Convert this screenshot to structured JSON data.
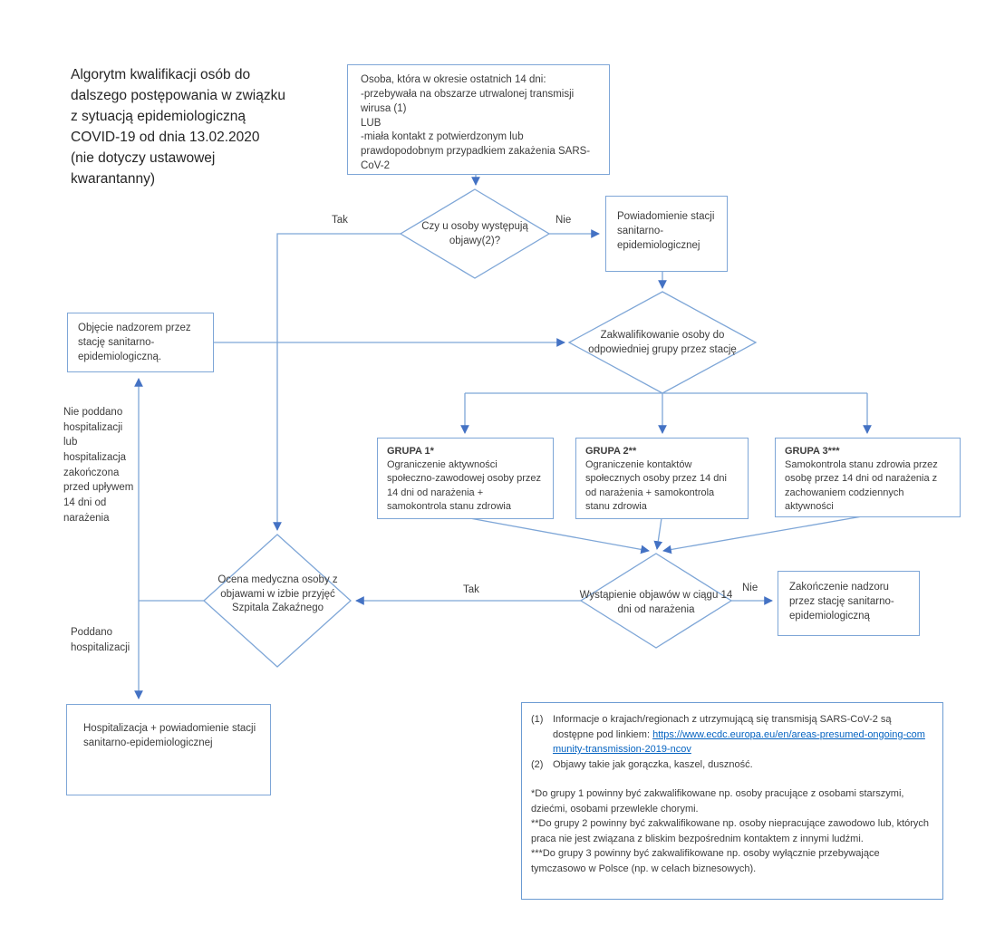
{
  "diagram": {
    "title": "Algorytm kwalifikacji osób do dalszego postępowania w związku z sytuacją epidemiologiczną COVID-19 od dnia 13.02.2020 (nie dotyczy ustawowej kwarantanny)",
    "colors": {
      "line": "#7ea6d7",
      "arrowhead": "#4472c4",
      "link": "#0563c1",
      "text": "#3c3c3c"
    },
    "nodes": {
      "start": {
        "line1": "Osoba, która w okresie ostatnich 14 dni:",
        "line2": "-przebywała na obszarze utrwalonej transmisji wirusa (1)",
        "line3": "LUB",
        "line4": "-miała kontakt z potwierdzonym lub prawdopodobnym przypadkiem zakażenia SARS-CoV-2"
      },
      "decision_symptoms": {
        "text": "Czy u osoby występują objawy(2)?"
      },
      "notify_station": {
        "text": "Powiadomienie stacji sanitarno-epidemiologicznej"
      },
      "qualify_group": {
        "text": "Zakwalifikowanie osoby do odpowiedniej grupy przez stację"
      },
      "supervision": {
        "text": "Objęcie nadzorem przez stację sanitarno-epidemiologiczną."
      },
      "group1": {
        "title": "GRUPA 1*",
        "body": "Ograniczenie aktywności społeczno-zawodowej osoby przez 14 dni od narażenia + samokontrola stanu zdrowia"
      },
      "group2": {
        "title": "GRUPA 2**",
        "body": "Ograniczenie kontaktów społecznych osoby przez 14 dni od narażenia + samokontrola stanu zdrowia"
      },
      "group3": {
        "title": "GRUPA 3***",
        "body": "Samokontrola stanu zdrowia przez osobę przez 14 dni od narażenia z zachowaniem codziennych aktywności"
      },
      "decision_symptoms_14": {
        "text": "Wystąpienie objawów w ciągu 14 dni od narażenia"
      },
      "end_supervision": {
        "text": "Zakończenie nadzoru przez stację sanitarno-epidemiologiczną"
      },
      "medical_assessment": {
        "text": "Ocena medyczna osoby z objawami w izbie przyjęć Szpitala Zakaźnego"
      },
      "hospitalization": {
        "text": "Hospitalizacja + powiadomienie stacji sanitarno-epidemiologicznej"
      }
    },
    "edge_labels": {
      "tak_top": "Tak",
      "nie_top": "Nie",
      "tak_bottom": "Tak",
      "nie_bottom": "Nie",
      "not_hospitalized": "Nie poddano hospitalizacji lub hospitalizacja zakończona przed upływem 14 dni od narażenia",
      "hospitalized": "Poddano hospitalizacji"
    },
    "footnotes": {
      "note1": {
        "label": "(1)",
        "text": "Informacje o krajach/regionach z utrzymującą się transmisją SARS-CoV-2 są dostępne pod linkiem: ",
        "link": "https://www.ecdc.europa.eu/en/areas-presumed-ongoing-community-transmission-2019-ncov"
      },
      "note2": {
        "label": "(2)",
        "text": "Objawy takie jak gorączka, kaszel, duszność."
      },
      "group1_note": "*Do grupy 1 powinny być zakwalifikowane np. osoby pracujące z osobami starszymi, dziećmi, osobami przewlekle chorymi.",
      "group2_note": "**Do grupy 2 powinny być zakwalifikowane np. osoby niepracujące zawodowo lub, których praca nie jest związana z bliskim bezpośrednim kontaktem z innymi ludźmi.",
      "group3_note": "***Do grupy 3 powinny być zakwalifikowane np. osoby wyłącznie przebywające tymczasowo w Polsce (np. w celach biznesowych)."
    }
  }
}
